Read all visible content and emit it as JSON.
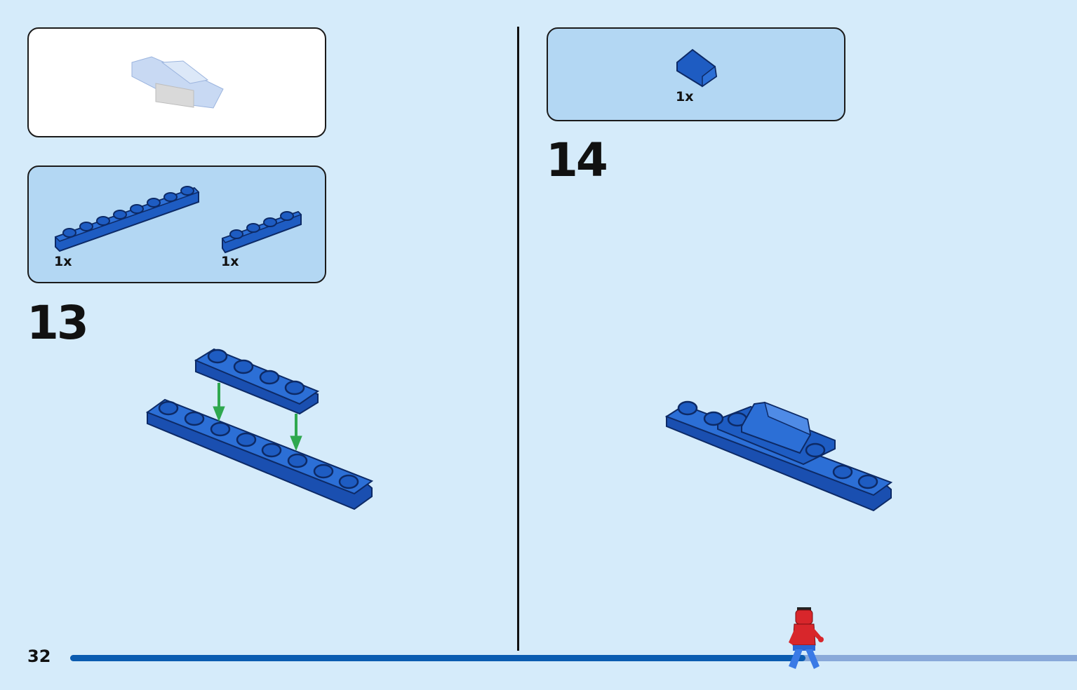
{
  "page": {
    "number": "32",
    "progress": 0.73
  },
  "panel_left": {
    "preview_box": {
      "description_icon": "completed-model-preview"
    },
    "parts_box": {
      "parts": [
        {
          "quantity": "1x",
          "icon": "plate-1x8-blue"
        },
        {
          "quantity": "1x",
          "icon": "plate-1x4-blue"
        }
      ]
    },
    "step": {
      "number": "13"
    }
  },
  "panel_right": {
    "parts_box": {
      "parts": [
        {
          "quantity": "1x",
          "icon": "slope-brick-blue"
        }
      ]
    },
    "step": {
      "number": "14"
    }
  },
  "colors": {
    "background": "#d5ebfa",
    "parts_box": "#b3d7f3",
    "brick_blue": "#1e5cc2",
    "arrow_green": "#2fa84f",
    "progress": "#0b5cb0",
    "progress_track": "#89a9d9"
  }
}
